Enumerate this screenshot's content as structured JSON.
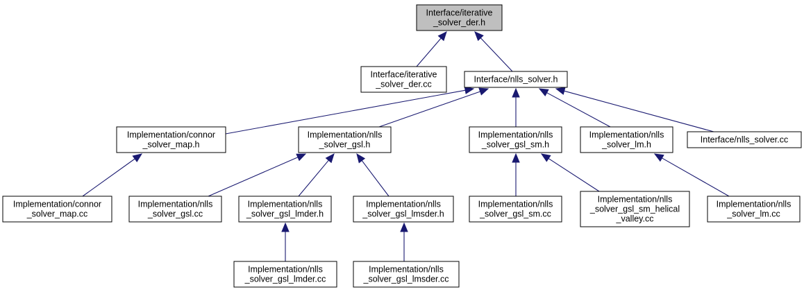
{
  "graph": {
    "nodes": [
      {
        "id": "iterative_solver_der_h",
        "lines": [
          "Interface/iterative",
          "_solver_der.h"
        ],
        "root": true
      },
      {
        "id": "iterative_solver_der_cc",
        "lines": [
          "Interface/iterative",
          "_solver_der.cc"
        ]
      },
      {
        "id": "nlls_solver_h",
        "lines": [
          "Interface/nlls_solver.h"
        ]
      },
      {
        "id": "connor_solver_map_h",
        "lines": [
          "Implementation/connor",
          "_solver_map.h"
        ]
      },
      {
        "id": "nlls_solver_gsl_h",
        "lines": [
          "Implementation/nlls",
          "_solver_gsl.h"
        ]
      },
      {
        "id": "nlls_solver_gsl_sm_h",
        "lines": [
          "Implementation/nlls",
          "_solver_gsl_sm.h"
        ]
      },
      {
        "id": "nlls_solver_lm_h",
        "lines": [
          "Implementation/nlls",
          "_solver_lm.h"
        ]
      },
      {
        "id": "nlls_solver_cc",
        "lines": [
          "Interface/nlls_solver.cc"
        ]
      },
      {
        "id": "connor_solver_map_cc",
        "lines": [
          "Implementation/connor",
          "_solver_map.cc"
        ]
      },
      {
        "id": "nlls_solver_gsl_cc",
        "lines": [
          "Implementation/nlls",
          "_solver_gsl.cc"
        ]
      },
      {
        "id": "nlls_solver_gsl_lmder_h",
        "lines": [
          "Implementation/nlls",
          "_solver_gsl_lmder.h"
        ]
      },
      {
        "id": "nlls_solver_gsl_lmsder_h",
        "lines": [
          "Implementation/nlls",
          "_solver_gsl_lmsder.h"
        ]
      },
      {
        "id": "nlls_solver_gsl_sm_cc",
        "lines": [
          "Implementation/nlls",
          "_solver_gsl_sm.cc"
        ]
      },
      {
        "id": "nlls_solver_gsl_sm_helical_valley_cc",
        "lines": [
          "Implementation/nlls",
          "_solver_gsl_sm_helical",
          "_valley.cc"
        ]
      },
      {
        "id": "nlls_solver_lm_cc",
        "lines": [
          "Implementation/nlls",
          "_solver_lm.cc"
        ]
      },
      {
        "id": "nlls_solver_gsl_lmder_cc",
        "lines": [
          "Implementation/nlls",
          "_solver_gsl_lmder.cc"
        ]
      },
      {
        "id": "nlls_solver_gsl_lmsder_cc",
        "lines": [
          "Implementation/nlls",
          "_solver_gsl_lmsder.cc"
        ]
      }
    ],
    "edges": [
      {
        "from": "iterative_solver_der_cc",
        "to": "iterative_solver_der_h"
      },
      {
        "from": "nlls_solver_h",
        "to": "iterative_solver_der_h"
      },
      {
        "from": "connor_solver_map_h",
        "to": "nlls_solver_h"
      },
      {
        "from": "nlls_solver_gsl_h",
        "to": "nlls_solver_h"
      },
      {
        "from": "nlls_solver_gsl_sm_h",
        "to": "nlls_solver_h"
      },
      {
        "from": "nlls_solver_lm_h",
        "to": "nlls_solver_h"
      },
      {
        "from": "nlls_solver_cc",
        "to": "nlls_solver_h"
      },
      {
        "from": "connor_solver_map_cc",
        "to": "connor_solver_map_h"
      },
      {
        "from": "nlls_solver_gsl_cc",
        "to": "nlls_solver_gsl_h"
      },
      {
        "from": "nlls_solver_gsl_lmder_h",
        "to": "nlls_solver_gsl_h"
      },
      {
        "from": "nlls_solver_gsl_lmsder_h",
        "to": "nlls_solver_gsl_h"
      },
      {
        "from": "nlls_solver_gsl_sm_cc",
        "to": "nlls_solver_gsl_sm_h"
      },
      {
        "from": "nlls_solver_gsl_sm_helical_valley_cc",
        "to": "nlls_solver_gsl_sm_h"
      },
      {
        "from": "nlls_solver_lm_cc",
        "to": "nlls_solver_lm_h"
      },
      {
        "from": "nlls_solver_gsl_lmder_cc",
        "to": "nlls_solver_gsl_lmder_h"
      },
      {
        "from": "nlls_solver_gsl_lmsder_cc",
        "to": "nlls_solver_gsl_lmsder_h"
      }
    ],
    "colors": {
      "edge": "#191970",
      "root_fill": "#bfbfbf",
      "node_fill": "#ffffff",
      "border": "#000000"
    }
  }
}
